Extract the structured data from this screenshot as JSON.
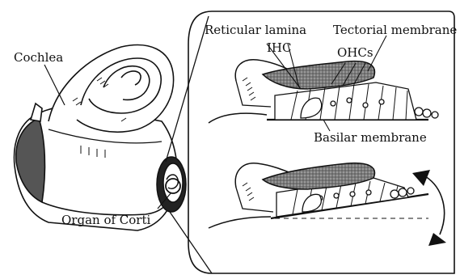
{
  "labels": {
    "cochlea": "Cochlea",
    "organ_of_corti": "Organ of Corti",
    "reticular_lamina": "Reticular lamina",
    "tectorial_membrane": "Tectorial membrane",
    "ihc": "IHC",
    "ohcs": "OHCs",
    "basilar_membrane": "Basilar membrane"
  },
  "colors": {
    "ink": "#111111",
    "membrane_fill": "#6a6a6a",
    "background": "#ffffff"
  },
  "icons": [
    "curved-double-arrow-icon"
  ]
}
